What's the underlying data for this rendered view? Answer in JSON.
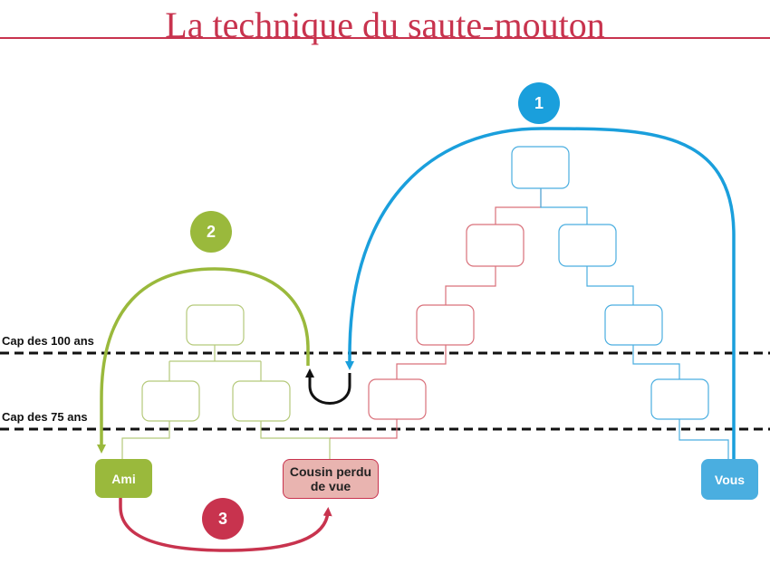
{
  "title": "La technique du saute-mouton",
  "caps": {
    "cap100": "Cap des 100 ans",
    "cap75": "Cap des 75 ans"
  },
  "nodes": {
    "ami": "Ami",
    "cousin": "Cousin perdu de vue",
    "vous": "Vous"
  },
  "steps": {
    "s1": "1",
    "s2": "2",
    "s3": "3"
  },
  "colors": {
    "title": "#c8334e",
    "blue": "#1a9fdc",
    "green": "#9ab93c",
    "red": "#c8334e",
    "cousin_fill": "#e9b4b0",
    "light_blue_box": "#4aaee0",
    "light_green_box": "#b5c97a",
    "light_red_box": "#d9707a"
  }
}
